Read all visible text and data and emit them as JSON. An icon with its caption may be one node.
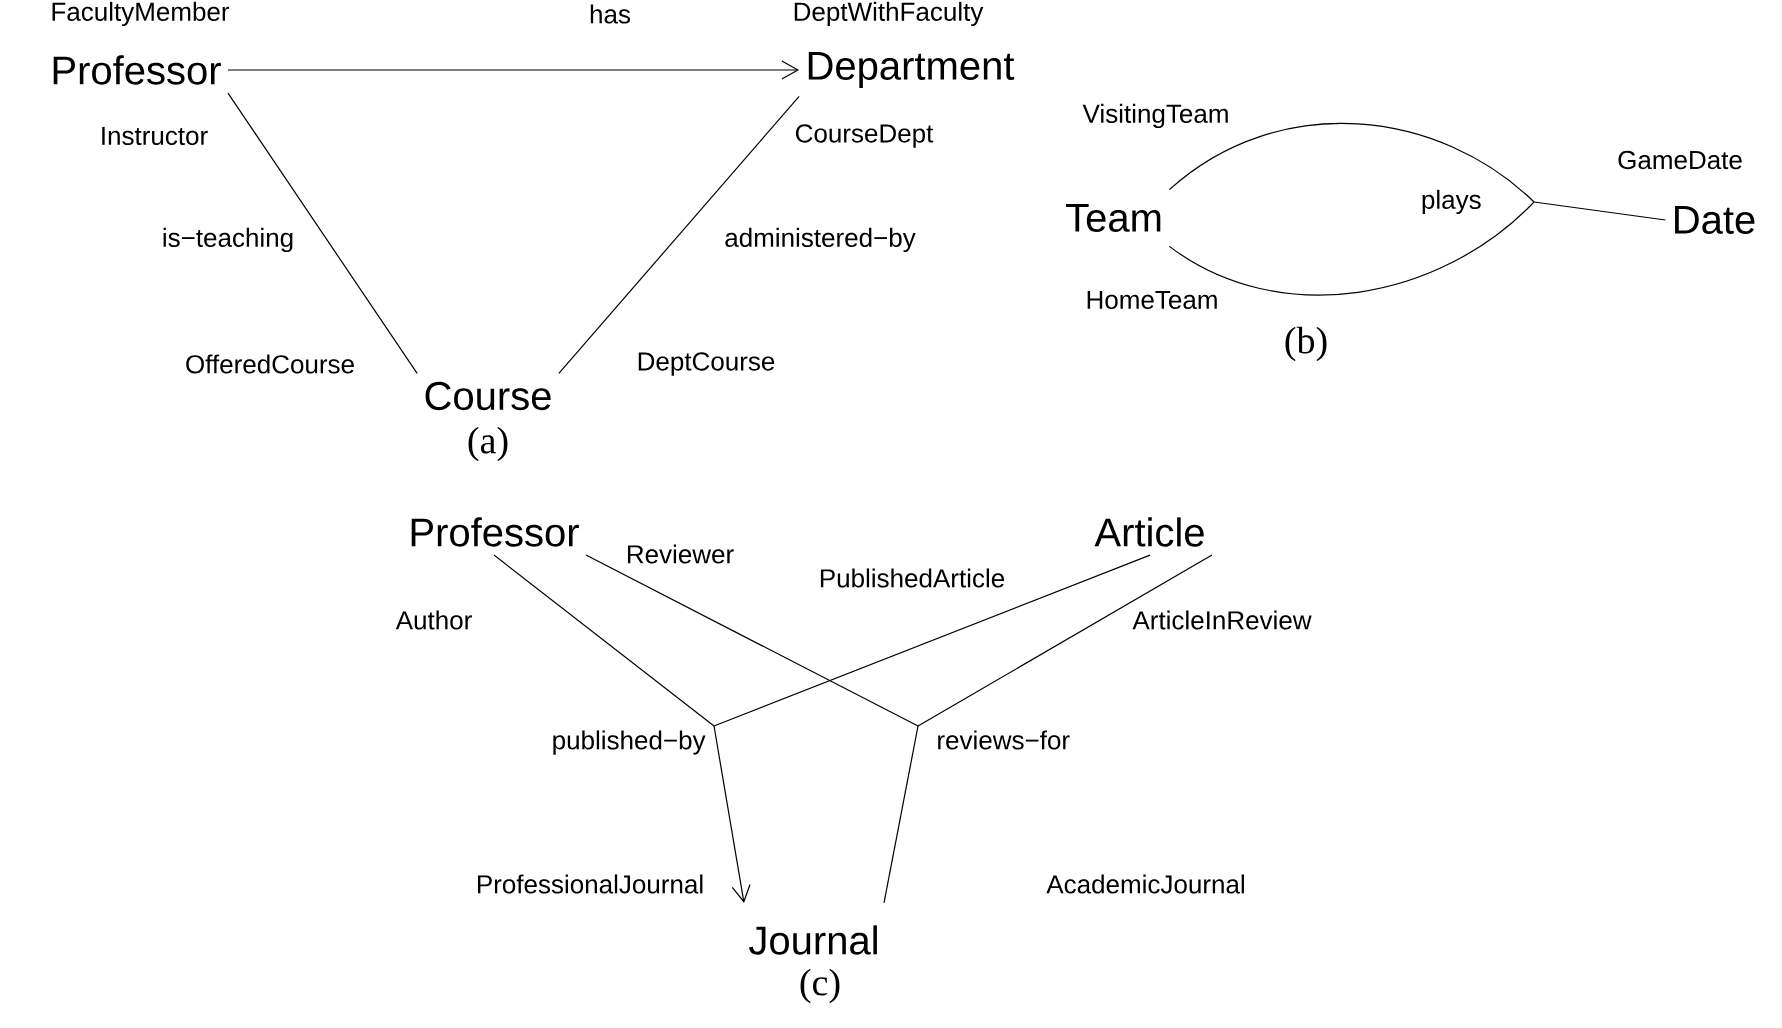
{
  "diagram": {
    "nodes": [
      {
        "text": [
          "Professor"
        ]
      },
      {
        "text": [
          "Department"
        ]
      },
      {
        "text": [
          "Course"
        ]
      },
      {
        "text": [
          "Team"
        ]
      },
      {
        "text": [
          "Date"
        ]
      },
      {
        "text": [
          "plays"
        ]
      },
      {
        "text": [
          "Professor"
        ]
      },
      {
        "text": [
          "Article"
        ]
      },
      {
        "text": [
          "Journal"
        ]
      },
      {
        "text": [
          "published−by"
        ]
      },
      {
        "text": [
          "reviews−for"
        ]
      }
    ],
    "edges": [
      {
        "from": 0,
        "to": 1,
        "arrow": "to",
        "label": "has"
      },
      {
        "from": 0,
        "to": 2,
        "arrow": "none",
        "label": "is−teaching"
      },
      {
        "from": 1,
        "to": 2,
        "arrow": "none",
        "label": "administered−by"
      },
      {
        "from": 3,
        "to": 5,
        "arrow": "none"
      },
      {
        "from": 3,
        "to": 5,
        "arrow": "none"
      },
      {
        "from": 5,
        "to": 4,
        "arrow": "none"
      },
      {
        "from": 6,
        "to": 9,
        "arrow": "none"
      },
      {
        "from": 7,
        "to": 9,
        "arrow": "none"
      },
      {
        "from": 9,
        "to": 8,
        "arrow": "to"
      },
      {
        "from": 6,
        "to": 10,
        "arrow": "none"
      },
      {
        "from": 7,
        "to": 10,
        "arrow": "none"
      },
      {
        "from": 10,
        "to": 8,
        "arrow": "none"
      }
    ],
    "labels": [
      "FacultyMember",
      "DeptWithFaculty",
      "Instructor",
      "CourseDept",
      "VisitingTeam",
      "GameDate",
      "OfferedCourse",
      "DeptCourse",
      "HomeTeam",
      "(a)",
      "(b)",
      "Reviewer",
      "PublishedArticle",
      "Author",
      "ArticleInReview",
      "ProfessionalJournal",
      "AcademicJournal",
      "(c)"
    ]
  }
}
